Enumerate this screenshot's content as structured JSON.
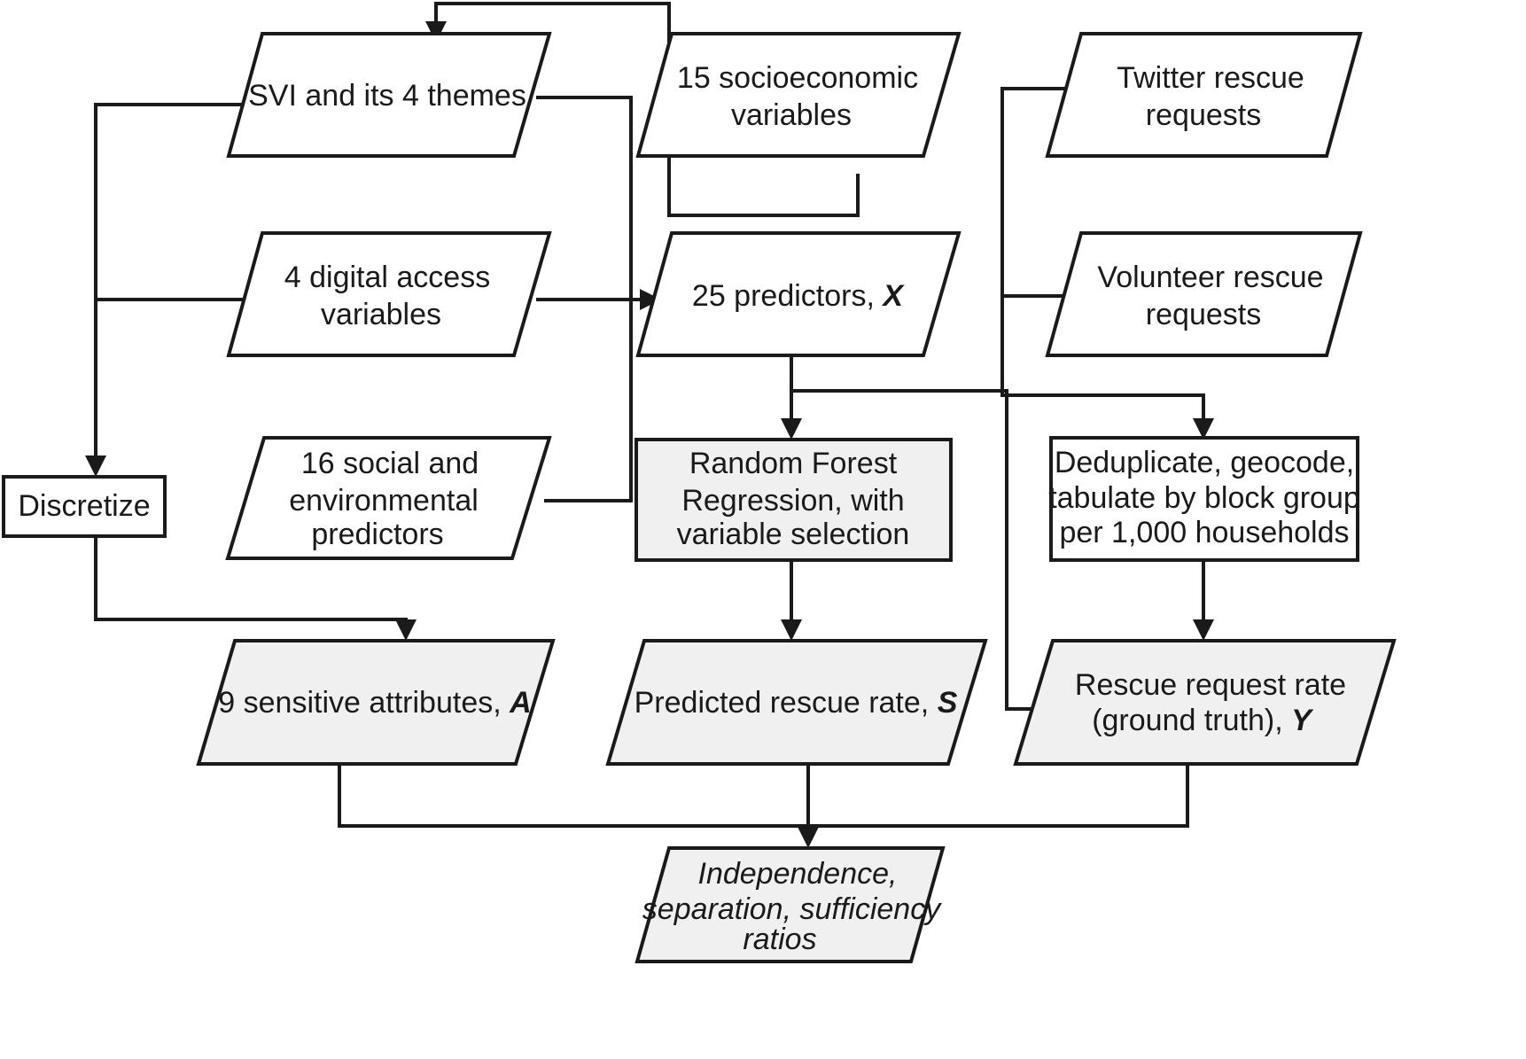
{
  "diagram": {
    "title": "Fairness analysis workflow for rescue request prediction",
    "colors": {
      "stroke": "#1a1a1a",
      "fill_plain": "#ffffff",
      "fill_highlight": "#f0f0f0",
      "background": "#ffffff"
    },
    "nodes": [
      {
        "id": "svi",
        "shape": "parallelogram",
        "fill": "plain",
        "lines": [
          "SVI and its 4 themes"
        ],
        "symbol": ""
      },
      {
        "id": "socioeconomic",
        "shape": "parallelogram",
        "fill": "plain",
        "lines": [
          "15 socioeconomic",
          "variables"
        ],
        "symbol": ""
      },
      {
        "id": "twitter",
        "shape": "parallelogram",
        "fill": "plain",
        "lines": [
          "Twitter rescue",
          "requests"
        ],
        "symbol": ""
      },
      {
        "id": "digital_access",
        "shape": "parallelogram",
        "fill": "plain",
        "lines": [
          "4 digital access",
          "variables"
        ],
        "symbol": ""
      },
      {
        "id": "predictors",
        "shape": "parallelogram",
        "fill": "plain",
        "lines": [
          "25 predictors, "
        ],
        "symbol": "X"
      },
      {
        "id": "volunteer",
        "shape": "parallelogram",
        "fill": "plain",
        "lines": [
          "Volunteer rescue",
          "requests"
        ],
        "symbol": ""
      },
      {
        "id": "discretize",
        "shape": "rectangle",
        "fill": "plain",
        "lines": [
          "Discretize"
        ],
        "symbol": ""
      },
      {
        "id": "social_env",
        "shape": "parallelogram",
        "fill": "plain",
        "lines": [
          "16 social and",
          "environmental",
          "predictors"
        ],
        "symbol": ""
      },
      {
        "id": "random_forest",
        "shape": "rectangle",
        "fill": "highlight",
        "lines": [
          "Random Forest",
          "Regression, with",
          "variable selection"
        ],
        "symbol": ""
      },
      {
        "id": "deduplicate",
        "shape": "rectangle",
        "fill": "plain",
        "lines": [
          "Deduplicate, geocode,",
          "tabulate by block group",
          "per 1,000 households"
        ],
        "symbol": ""
      },
      {
        "id": "sensitive_attributes",
        "shape": "parallelogram",
        "fill": "highlight",
        "lines": [
          "9 sensitive attributes, "
        ],
        "symbol": "A"
      },
      {
        "id": "predicted_rate",
        "shape": "parallelogram",
        "fill": "highlight",
        "lines": [
          "Predicted rescue rate, "
        ],
        "symbol": "S"
      },
      {
        "id": "ground_truth",
        "shape": "parallelogram",
        "fill": "highlight",
        "lines": [
          "Rescue request rate",
          "(ground truth), "
        ],
        "symbol": "Y"
      },
      {
        "id": "ratios",
        "shape": "parallelogram",
        "fill": "highlight",
        "italic": true,
        "lines": [
          "Independence,",
          "separation, sufficiency",
          "ratios"
        ],
        "symbol": ""
      }
    ],
    "edges": [
      {
        "from": "svi",
        "to": "svi",
        "label": "loop-back-to-svi"
      },
      {
        "from": "svi",
        "to": "discretize",
        "label": "svi-to-discretize"
      },
      {
        "from": "svi",
        "to": "predictors",
        "label": "svi-to-predictors"
      },
      {
        "from": "socioeconomic",
        "to": "svi",
        "label": "socioeconomic-to-svi"
      },
      {
        "from": "digital_access",
        "to": "predictors",
        "label": "digital-access-to-predictors"
      },
      {
        "from": "digital_access",
        "to": "discretize",
        "label": "digital-access-to-discretize"
      },
      {
        "from": "social_env",
        "to": "predictors",
        "label": "social-env-to-predictors"
      },
      {
        "from": "predictors",
        "to": "random_forest",
        "label": "predictors-to-random-forest"
      },
      {
        "from": "twitter",
        "to": "deduplicate",
        "label": "twitter-to-deduplicate"
      },
      {
        "from": "volunteer",
        "to": "deduplicate",
        "label": "volunteer-to-deduplicate"
      },
      {
        "from": "discretize",
        "to": "sensitive_attributes",
        "label": "discretize-to-sensitive-attributes"
      },
      {
        "from": "random_forest",
        "to": "predicted_rate",
        "label": "random-forest-to-predicted-rate"
      },
      {
        "from": "deduplicate",
        "to": "ground_truth",
        "label": "deduplicate-to-ground-truth"
      },
      {
        "from": "ground_truth",
        "to": "random_forest",
        "label": "ground-truth-to-random-forest"
      },
      {
        "from": "sensitive_attributes",
        "to": "ratios",
        "label": "sensitive-attributes-to-ratios"
      },
      {
        "from": "predicted_rate",
        "to": "ratios",
        "label": "predicted-rate-to-ratios"
      },
      {
        "from": "ground_truth",
        "to": "ratios",
        "label": "ground-truth-to-ratios"
      }
    ]
  }
}
